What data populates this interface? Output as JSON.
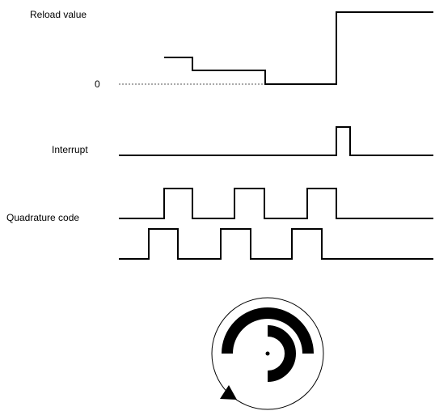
{
  "labels": {
    "reload_value": "Reload value",
    "zero": "0",
    "interrupt": "Interrupt",
    "quadrature_code": "Quadrature code"
  },
  "colors": {
    "signal": "#000000",
    "baseline": "#555555",
    "background": "#ffffff"
  },
  "icons": {
    "encoder": "rotary-encoder-disc-icon",
    "direction": "rotation-direction-arrow-icon"
  }
}
